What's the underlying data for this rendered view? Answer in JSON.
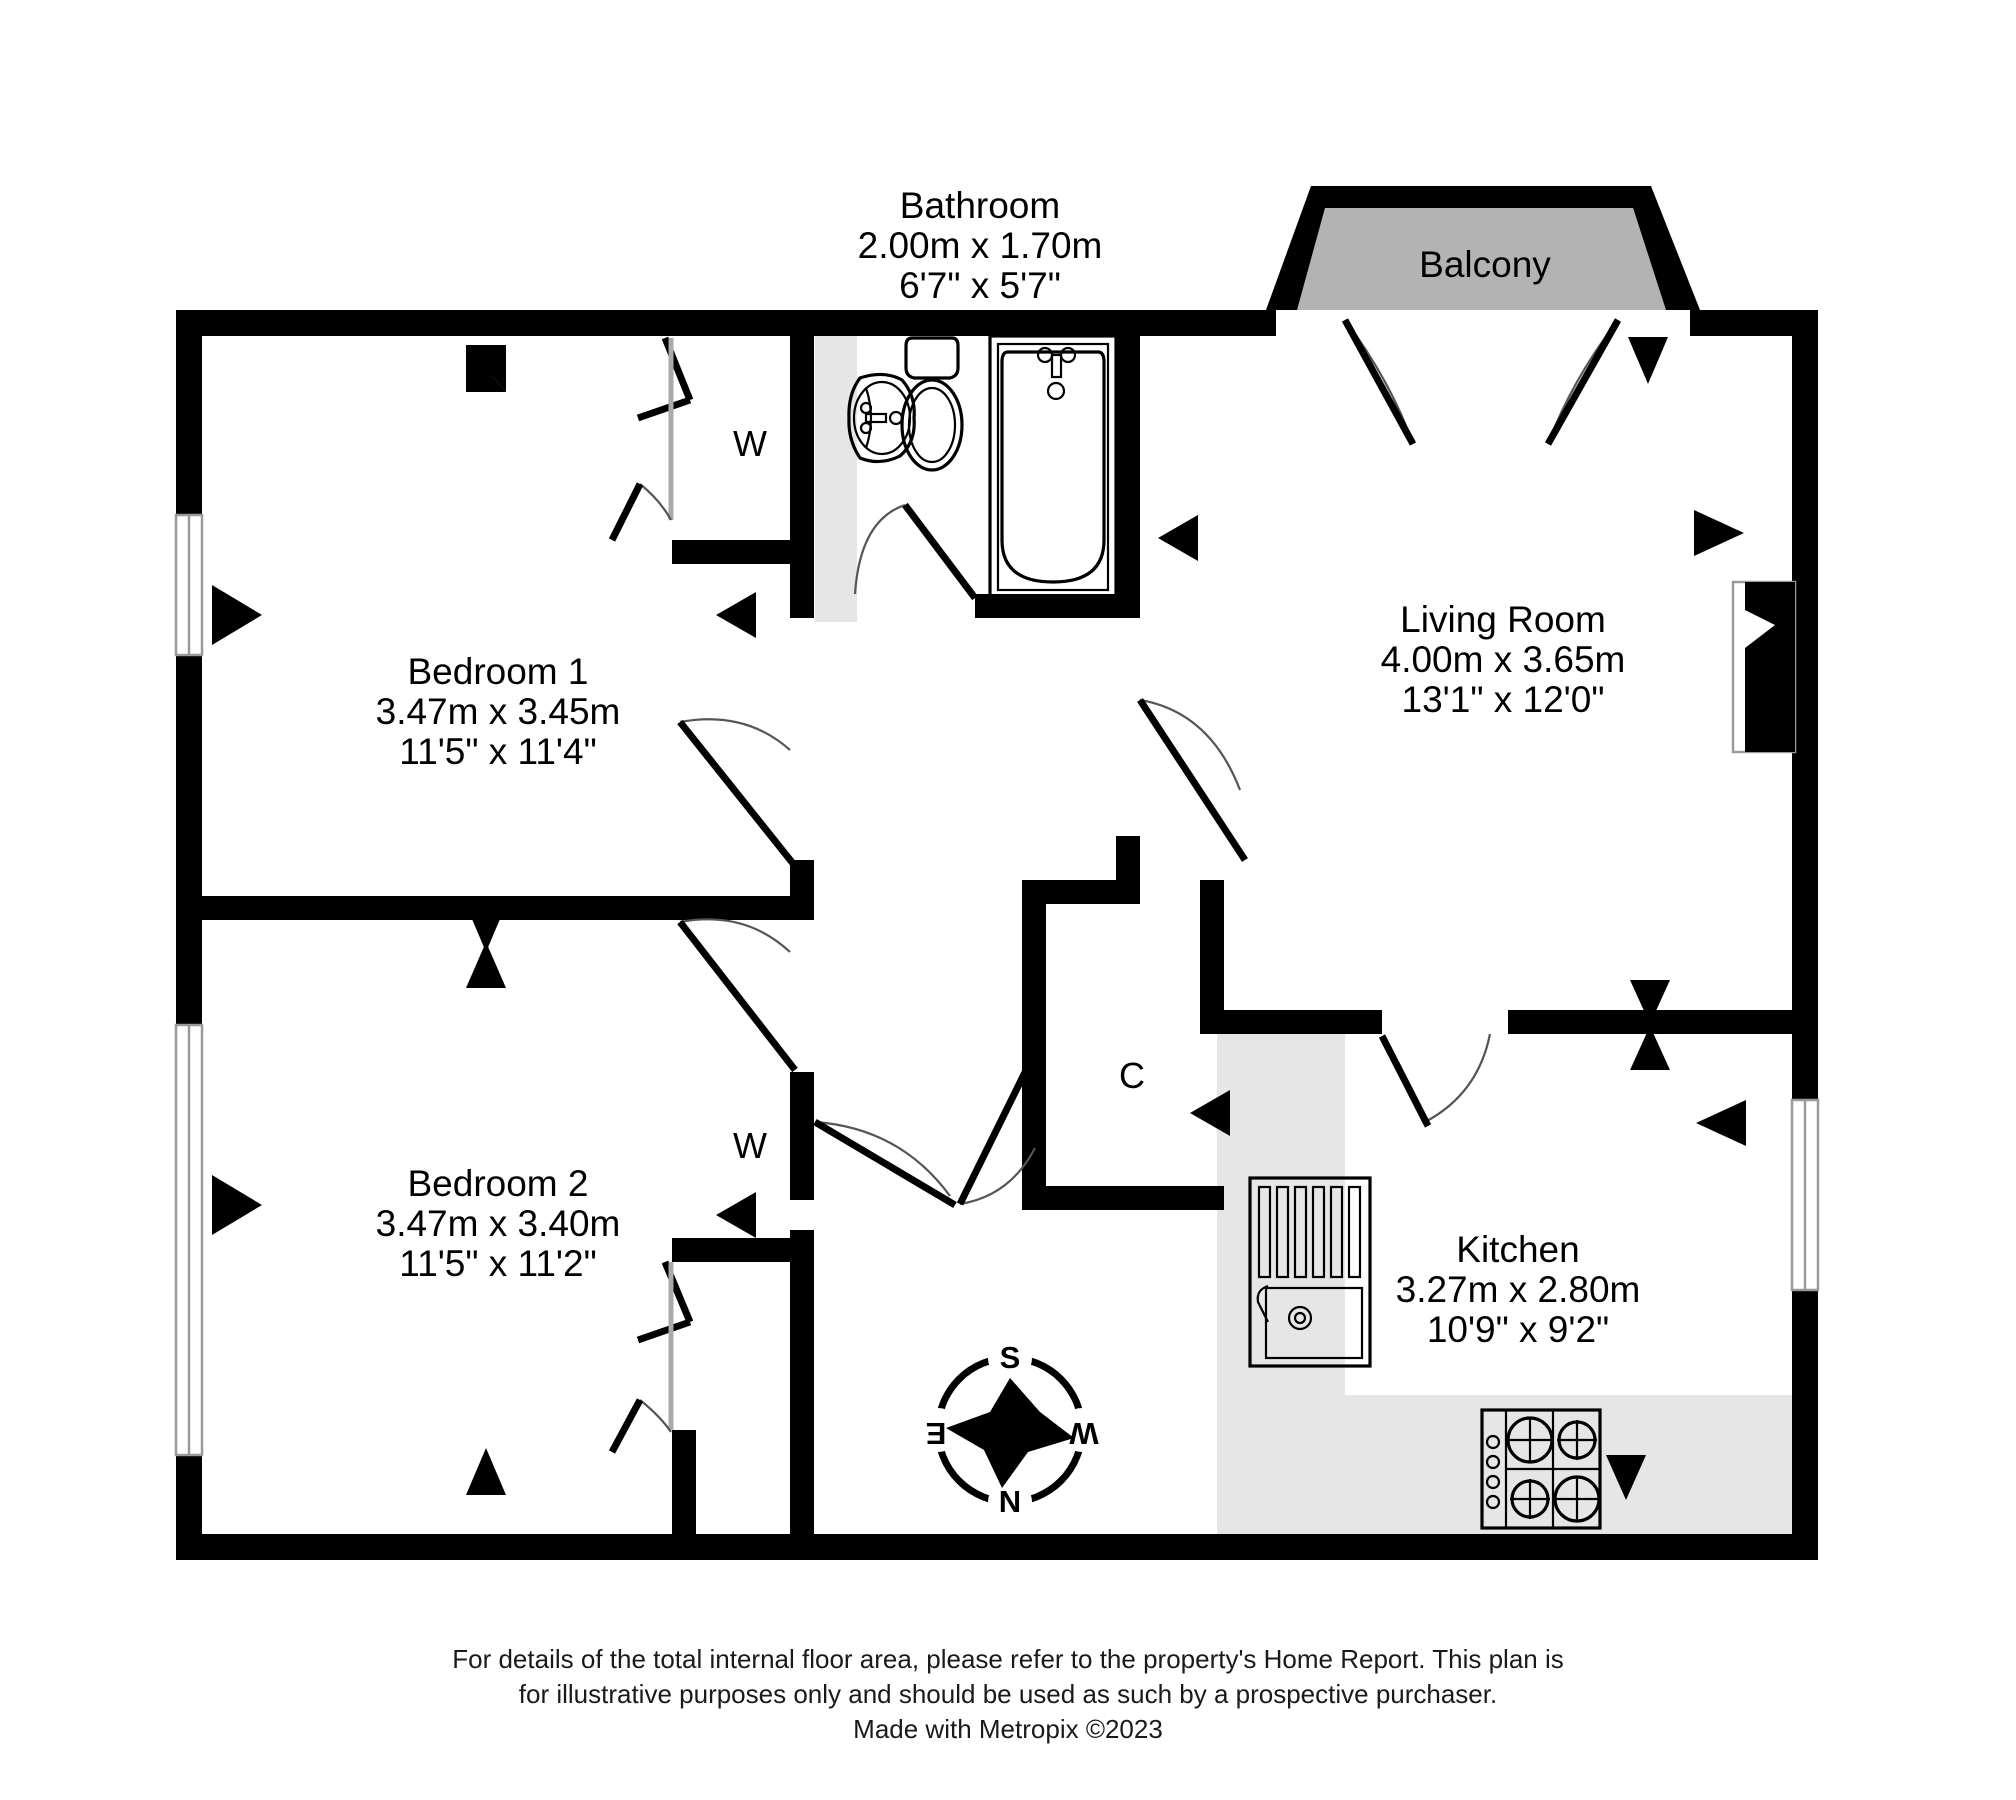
{
  "document": {
    "type": "floor-plan",
    "title": "Apartment Floor Plan"
  },
  "rooms": [
    {
      "key": "bathroom",
      "name": "Bathroom",
      "metric": "2.00m  x 1.70m",
      "imperial": "6'7\"  x 5'7\""
    },
    {
      "key": "bedroom1",
      "name": "Bedroom 1",
      "metric": "3.47m  x 3.45m",
      "imperial": "11'5\"  x 11'4\""
    },
    {
      "key": "bedroom2",
      "name": "Bedroom 2",
      "metric": "3.47m  x 3.40m",
      "imperial": "11'5\"  x 11'2\""
    },
    {
      "key": "living_room",
      "name": "Living Room",
      "metric": "4.00m  x 3.65m",
      "imperial": "13'1\"  x 12'0\""
    },
    {
      "key": "kitchen",
      "name": "Kitchen",
      "metric": "3.27m  x 2.80m",
      "imperial": "10'9\"  x 9'2\""
    },
    {
      "key": "balcony",
      "name": "Balcony",
      "metric": "",
      "imperial": ""
    }
  ],
  "tags": [
    {
      "key": "wardrobe_bed1",
      "label": "W"
    },
    {
      "key": "wardrobe_bed2",
      "label": "W"
    },
    {
      "key": "cupboard_hall",
      "label": "C"
    }
  ],
  "compass": {
    "name": "compass-rose",
    "north": "N",
    "south": "S",
    "east": "E",
    "west": "W"
  },
  "fixtures": [
    {
      "key": "bath",
      "name": "bathtub-icon"
    },
    {
      "key": "toilet",
      "name": "toilet-icon"
    },
    {
      "key": "washbasin",
      "name": "sink-icon"
    },
    {
      "key": "kitchen_sink",
      "name": "kitchen-sink-icon"
    },
    {
      "key": "hob",
      "name": "hob-icon"
    },
    {
      "key": "fireplace",
      "name": "fireplace-icon"
    }
  ],
  "footer": {
    "line1": "For details of the total internal floor area, please refer to the property's Home Report. This plan is",
    "line2": "for illustrative purposes only and should be used as such by a prospective purchaser.",
    "line3": "Made with Metropix ©2023"
  },
  "colors": {
    "wall": "#000000",
    "balcony_fill": "#b3b3b3",
    "counter_fill": "#e6e6e6",
    "background": "#ffffff",
    "door_arc": "#555555",
    "window_frame": "#9a9a9a"
  }
}
